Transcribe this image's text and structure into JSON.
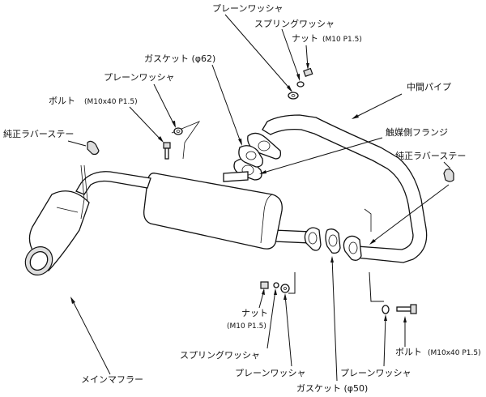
{
  "labels": {
    "plain_washer_top": "プレーンワッシャ",
    "spring_washer_top": "スプリングワッシャ",
    "nut_top": "ナット",
    "nut_top_spec": "(M10 P1.5)",
    "gasket_62": "ガスケット (φ62)",
    "plain_washer_left": "プレーンワッシャ",
    "bolt_left": "ボルト",
    "bolt_left_spec": "(M10x40  P1.5)",
    "middle_pipe": "中間パイプ",
    "rubber_stay_left": "純正ラバーステー",
    "catalyst_flange": "触媒側フランジ",
    "rubber_stay_right": "純正ラバーステー",
    "nut_bottom": "ナット",
    "nut_bottom_spec": "(M10 P1.5)",
    "spring_washer_bottom": "スプリングワッシャ",
    "plain_washer_bottom_mid": "プレーンワッシャ",
    "gasket_50": "ガスケット (φ50)",
    "plain_washer_bottom_right": "プレーンワッシャ",
    "bolt_right": "ボルト",
    "bolt_right_spec": "(M10x40  P1.5)",
    "main_muffler": "メインマフラー"
  }
}
